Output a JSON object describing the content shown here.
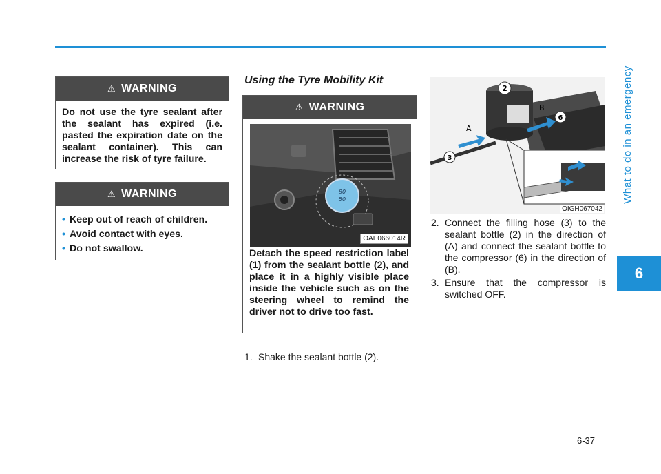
{
  "header": {
    "chapter_title": "What to do in an emergency",
    "chapter_number": "6"
  },
  "warnings": [
    {
      "heading": "WARNING",
      "text": "Do not use the tyre sealant after the sealant has expired (i.e. pasted the expiration date on the sealant container). This can increase the risk of tyre failure."
    },
    {
      "heading": "WARNING",
      "items": [
        "Keep out of reach of children.",
        "Avoid contact with eyes.",
        "Do not swallow."
      ]
    },
    {
      "heading": "WARNING",
      "text": "Detach the speed restriction label (1) from the sealant bottle (2), and place it in a highly visible place inside the vehicle such as on the steering wheel to remind the driver not to drive too fast.",
      "image_code": "OAE066014R",
      "label_numbers": [
        "80",
        "50"
      ]
    }
  ],
  "section": {
    "title": "Using the Tyre Mobility Kit"
  },
  "steps": [
    {
      "num": "1.",
      "text": "Shake the sealant bottle (2)."
    },
    {
      "num": "2.",
      "text": "Connect the filling hose (3) to the sealant bottle (2) in the direction of (A) and connect the sealant bottle to the compressor (6) in the direction of (B)."
    },
    {
      "num": "3.",
      "text": "Ensure that the compressor is switched OFF."
    }
  ],
  "diagram": {
    "code": "OIGH067042",
    "callouts": {
      "bottle": "2",
      "compressor": "6",
      "hose": "3",
      "dir_a": "A",
      "dir_b": "B"
    }
  },
  "footer": {
    "page_number": "6-37"
  },
  "colors": {
    "accent": "#1e90d6",
    "warning_head": "#4a4a4a"
  }
}
